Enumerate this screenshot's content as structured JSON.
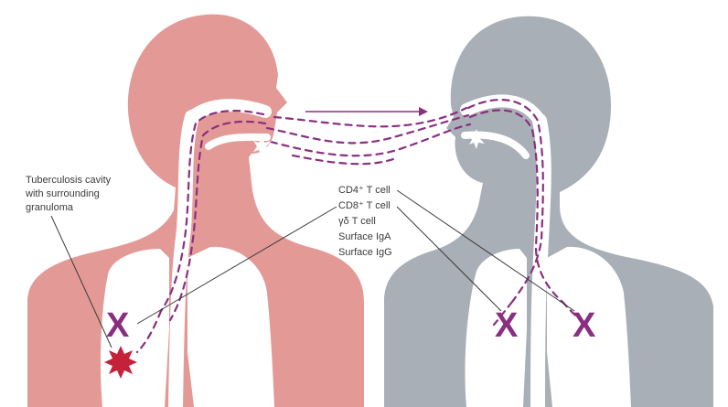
{
  "colors": {
    "infected_body": "#e39a96",
    "exposed_body": "#a9afb6",
    "airway": "#ffffff",
    "bacilli": "#8a2f80",
    "lesion": "#c4213a",
    "pointer_line": "#3a3a3a"
  },
  "left_label": {
    "lines": [
      "Tuberculosis cavity",
      "with surrounding",
      "granuloma"
    ]
  },
  "immune_label": {
    "lines": [
      "CD4⁺ T cell",
      "CD8⁺ T cell",
      "γδ T cell",
      "Surface IgA",
      "Surface IgG"
    ]
  },
  "markers": {
    "infected_lung": "X",
    "exposed_lung_left": "X",
    "exposed_lung_right": "X"
  },
  "icons": {
    "transmission_arrow": "arrow-right-icon",
    "cavity": "star-burst-icon"
  }
}
